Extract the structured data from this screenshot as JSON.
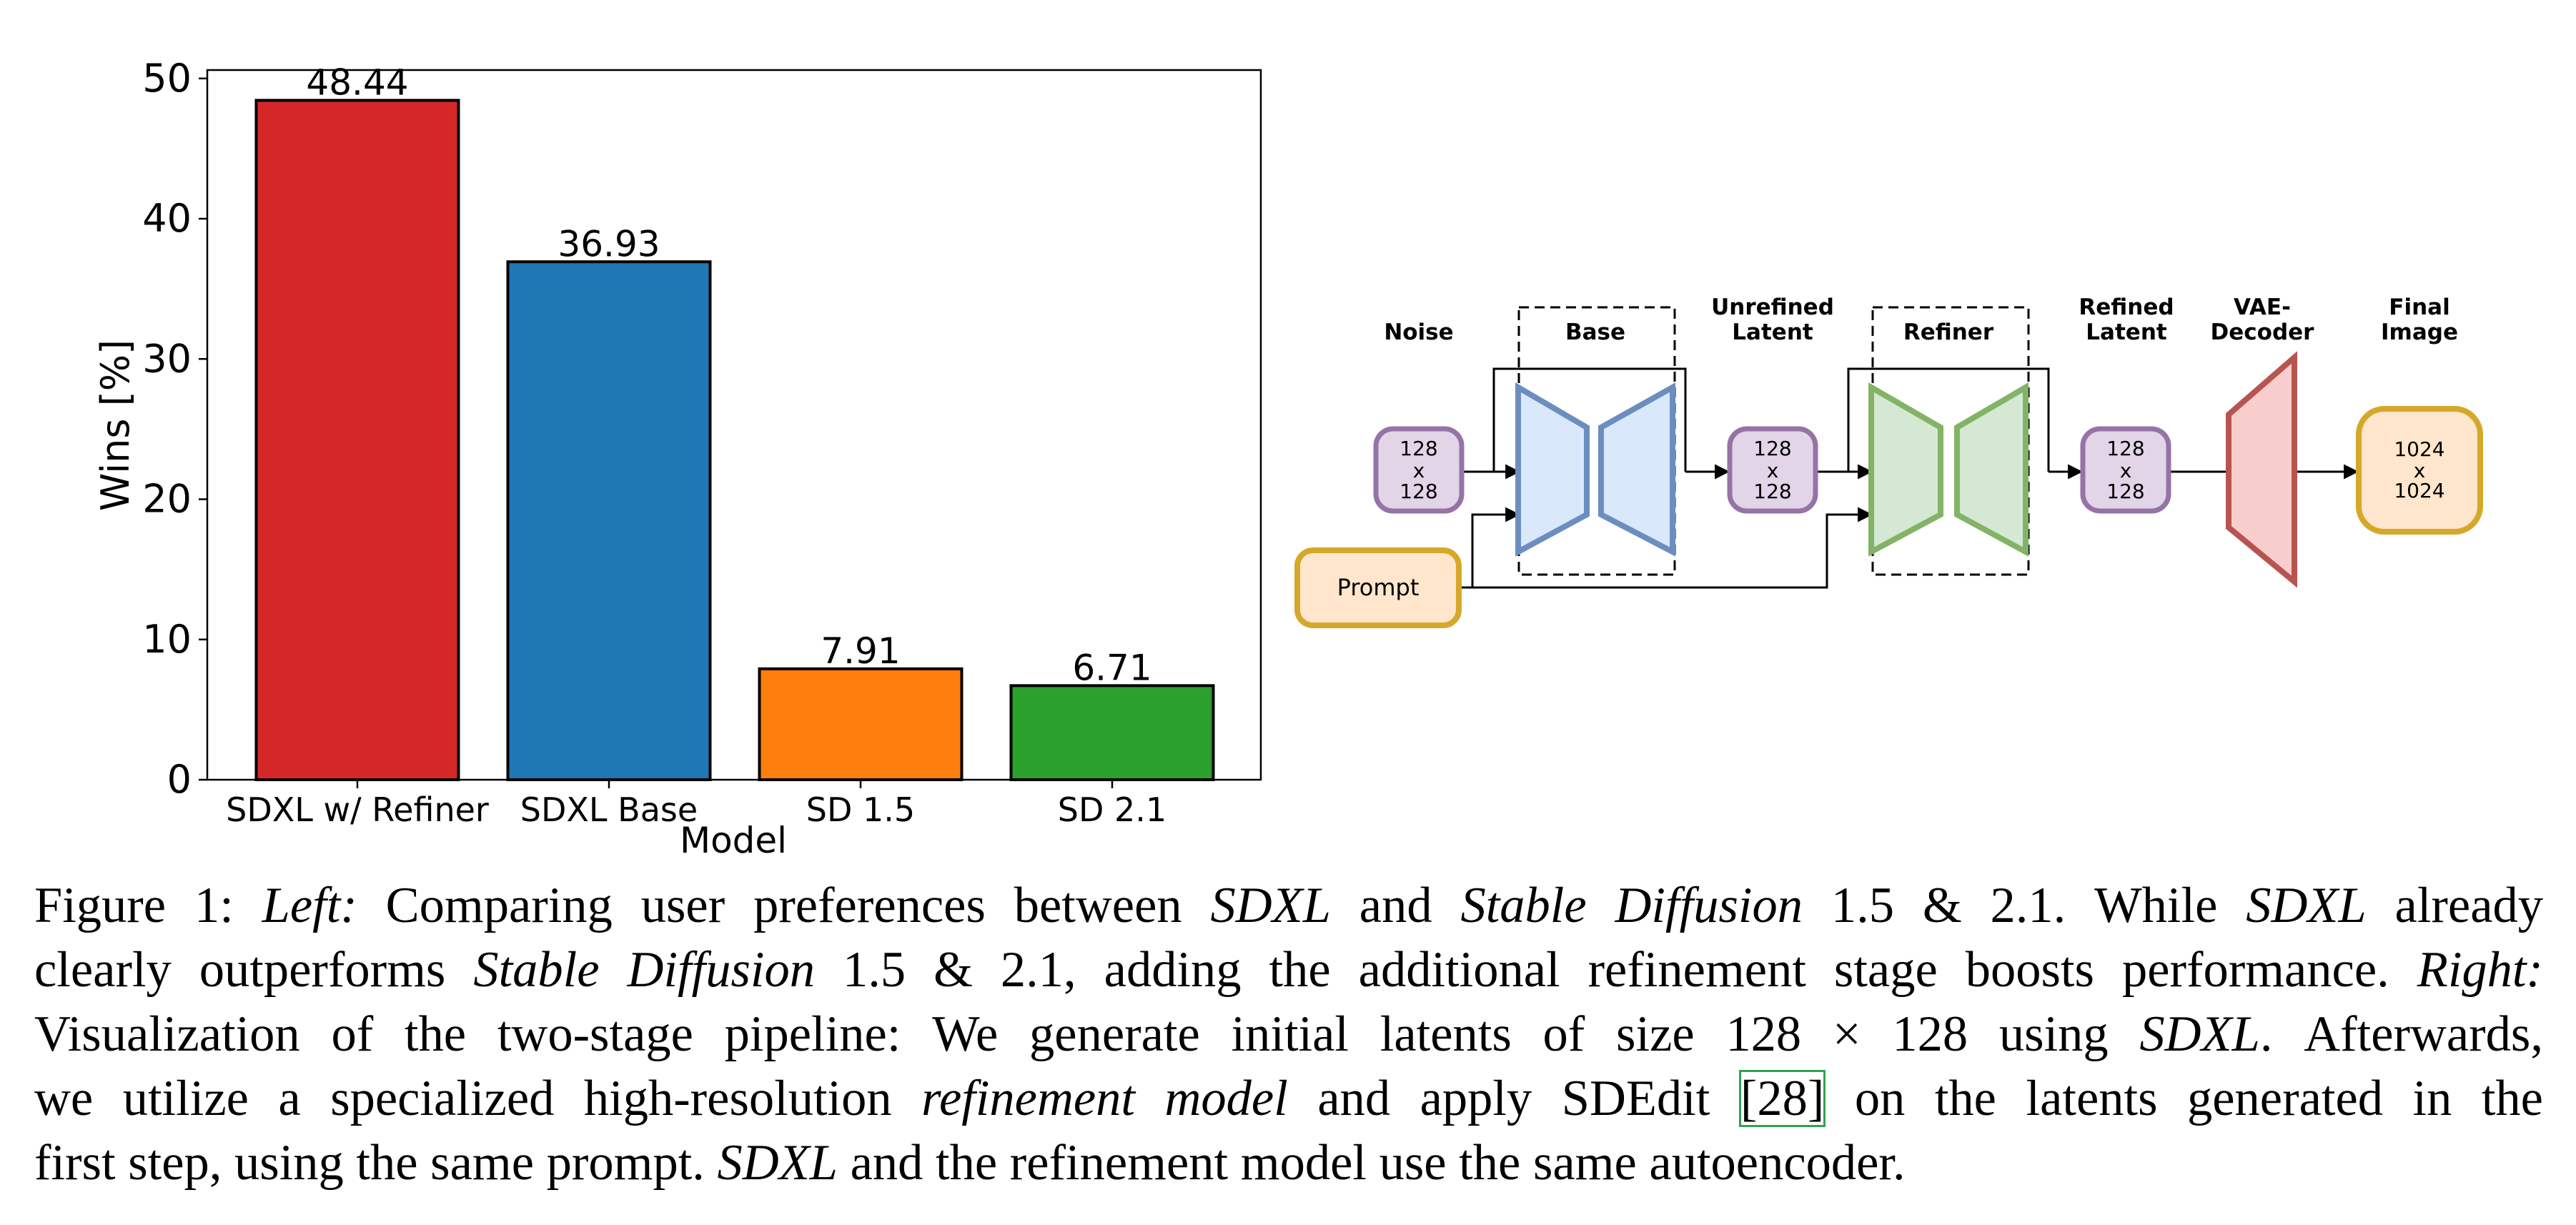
{
  "chart_data": {
    "type": "bar",
    "categories": [
      "SDXL w/ Refiner",
      "SDXL Base",
      "SD 1.5",
      "SD 2.1"
    ],
    "values": [
      48.44,
      36.93,
      7.91,
      6.71
    ],
    "value_labels": [
      "48.44",
      "36.93",
      "7.91",
      "6.71"
    ],
    "colors": [
      "#d62728",
      "#1f77b4",
      "#ff7f0e",
      "#2ca02c"
    ],
    "xlabel": "Model",
    "ylabel": "Wins [%]",
    "ylim": [
      0,
      50.6
    ],
    "yticks": [
      0,
      10,
      20,
      30,
      40,
      50
    ],
    "grid": false
  },
  "diagram": {
    "labels": {
      "noise": "Noise",
      "base": "Base",
      "unrefined_1": "Unrefined",
      "unrefined_2": "Latent",
      "refiner": "Refiner",
      "refined_1": "Refined",
      "refined_2": "Latent",
      "vae_1": "VAE-",
      "vae_2": "Decoder",
      "final_1": "Final",
      "final_2": "Image"
    },
    "nodes": {
      "noise_box": [
        "128",
        "x",
        "128"
      ],
      "unrefined_box": [
        "128",
        "x",
        "128"
      ],
      "refined_box": [
        "128",
        "x",
        "128"
      ],
      "final_box": [
        "1024",
        "x",
        "1024"
      ],
      "prompt": "Prompt"
    },
    "colors": {
      "latent_fill": "#e1d5e7",
      "latent_stroke": "#9673a6",
      "prompt_fill": "#ffe6cc",
      "prompt_stroke": "#d6a82a",
      "base_fill": "#dae8fc",
      "base_stroke": "#6c8ebf",
      "refiner_fill": "#d5e8d4",
      "refiner_stroke": "#82b366",
      "vae_fill": "#f8cecc",
      "vae_stroke": "#b85450"
    }
  },
  "caption": {
    "figure_label": "Figure 1:",
    "left_label": "Left:",
    "right_label": "Right:",
    "line1": [
      {
        "t": "Figure 1:"
      },
      {
        "t": " "
      },
      {
        "t": "Left:",
        "i": true
      },
      {
        "t": " Comparing user preferences between "
      },
      {
        "t": "SDXL",
        "i": true
      },
      {
        "t": " and "
      },
      {
        "t": "Stable Diffusion",
        "i": true
      },
      {
        "t": " 1.5 & 2.1. While "
      },
      {
        "t": "SDXL",
        "i": true
      },
      {
        "t": " already"
      }
    ],
    "line2": [
      {
        "t": "clearly outperforms "
      },
      {
        "t": "Stable Diffusion",
        "i": true
      },
      {
        "t": " 1.5 & 2.1, adding the additional refinement stage boosts performance. "
      },
      {
        "t": "Right:",
        "i": true
      }
    ],
    "line3": [
      {
        "t": "Visualization of the two-stage pipeline: We generate initial latents of size 128 × 128 using "
      },
      {
        "t": "SDXL",
        "i": true
      },
      {
        "t": ". Afterwards,"
      }
    ],
    "line4": [
      {
        "t": "we utilize a specialized high-resolution "
      },
      {
        "t": "refinement model",
        "i": true
      },
      {
        "t": " and apply SDEdit "
      },
      {
        "t": "[28]",
        "cite": true
      },
      {
        "t": " on the latents generated in the"
      }
    ],
    "line5": [
      {
        "t": "first step, using the same prompt. "
      },
      {
        "t": "SDXL",
        "i": true
      },
      {
        "t": " and the refinement model use the same autoencoder."
      }
    ]
  }
}
